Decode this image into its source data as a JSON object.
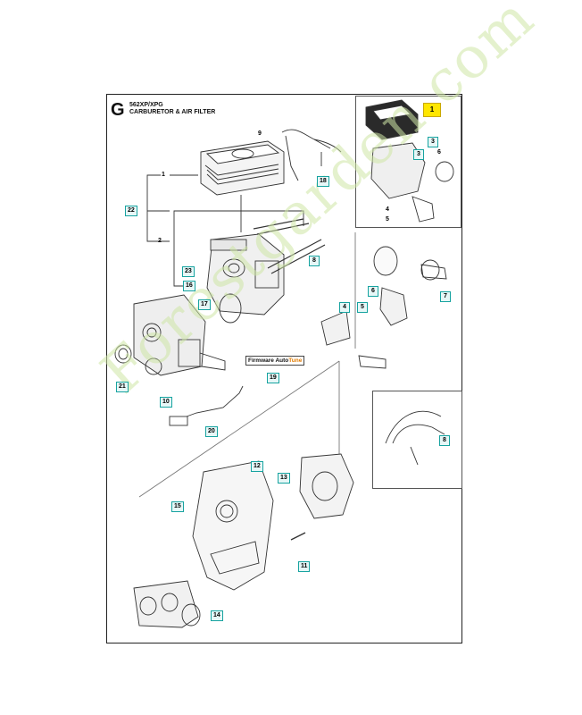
{
  "header": {
    "section_letter": "G",
    "model": "562XP/XPG",
    "subtitle": "CARBURETOR & AIR FILTER"
  },
  "callouts": {
    "c1_highlight": "1",
    "c1": "1",
    "c2": "2",
    "c3_inset": "3",
    "c3b_inset": "3",
    "c4": "4",
    "c4_inset": "4",
    "c5": "5",
    "c5_inset": "5",
    "c6": "6",
    "c6_inset": "6",
    "c7": "7",
    "c8": "8",
    "c8_inset": "8",
    "c9": "9",
    "c10": "10",
    "c11": "11",
    "c12": "12",
    "c13": "13",
    "c14": "14",
    "c15": "15",
    "c16": "16",
    "c17": "17",
    "c18": "18",
    "c19": "19",
    "c20": "20",
    "c21": "21",
    "c22": "22",
    "c23": "23"
  },
  "firmware_tag": {
    "prefix": "Firmware Auto",
    "suffix": "Tune"
  },
  "watermark": "Forestgarden.com",
  "colors": {
    "callout_border": "#17a3a0",
    "highlight": "#ffe600",
    "watermark": "#cfe6a6"
  }
}
